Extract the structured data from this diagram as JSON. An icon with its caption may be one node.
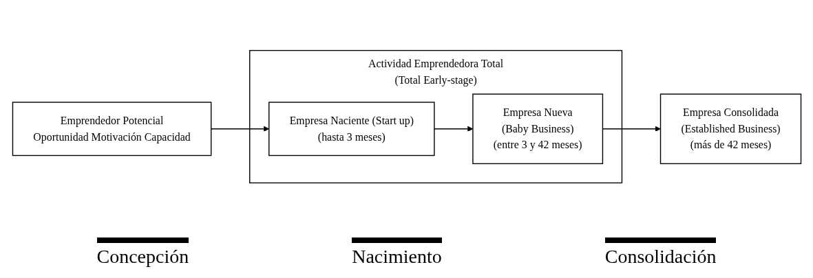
{
  "diagram": {
    "nodes": [
      {
        "text": [
          "Emprendedor Potencial",
          "Oportunidad Motivación Capacidad"
        ]
      },
      {
        "text": [
          "Actividad Emprendedora Total",
          "(Total Early-stage)"
        ]
      },
      {
        "text": [
          "Empresa Naciente (Start up)",
          "(hasta 3 meses)"
        ],
        "in": 1
      },
      {
        "text": [
          "Empresa Nueva",
          "(Baby Business)",
          "(entre 3 y 42 meses)"
        ],
        "in": 1
      },
      {
        "text": [
          "Empresa Consolidada",
          "(Established Business)",
          "(más de 42 meses)"
        ]
      }
    ],
    "edges": [
      {
        "from": 0,
        "to": 2,
        "arrow": "to"
      },
      {
        "from": 2,
        "to": 3,
        "arrow": "to"
      },
      {
        "from": 3,
        "to": 4,
        "arrow": "to"
      }
    ],
    "labels": [
      "Concepción",
      "Nacimiento",
      "Consolidación"
    ]
  }
}
